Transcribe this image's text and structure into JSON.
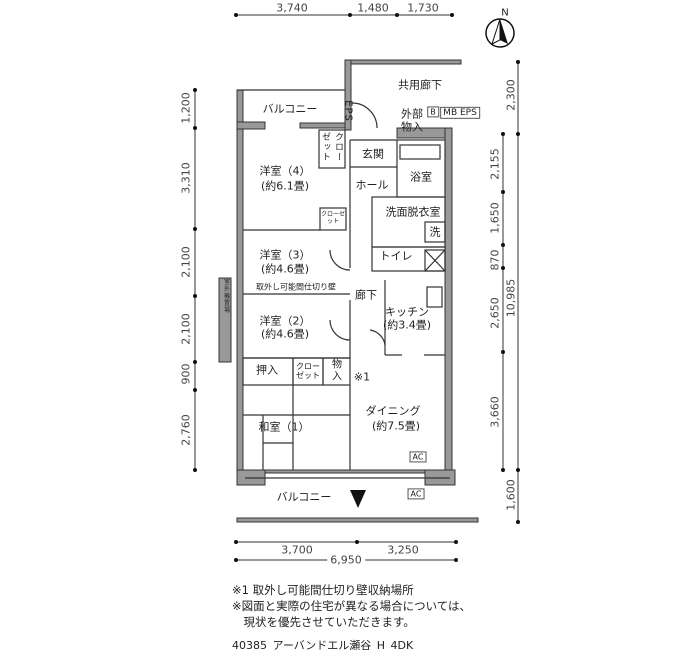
{
  "compass": {
    "label": "N"
  },
  "dimensions": {
    "top": [
      "3,740",
      "1,480",
      "1,730"
    ],
    "left": [
      "1,200",
      "3,310",
      "2,100",
      "2,100",
      "900",
      "2,760"
    ],
    "right_inner": [
      "2,155",
      "1,650",
      "870",
      "2,650",
      "3,660"
    ],
    "right_outer": [
      "2,300",
      "10,985",
      "1,600"
    ],
    "bottom": [
      "3,700",
      "3,250"
    ],
    "bottom_total": "6,950"
  },
  "rooms": {
    "balcony_top": "バルコニー",
    "eps": "EPS",
    "common_corridor": "共用廊下",
    "outside_storage": "外部物入",
    "b_box": "B",
    "mb_eps": "MB EPS",
    "closet_4": "クローゼット",
    "entrance": "玄関",
    "bath": "浴室",
    "hall": "ホール",
    "western4_name": "洋室（4）",
    "western4_size": "(約6.1畳)",
    "washroom": "洗面脱衣室",
    "washer": "洗",
    "closet_3": "クローゼット",
    "western3_name": "洋室（3）",
    "western3_size": "(約4.6畳)",
    "toilet": "トイレ",
    "partition": "取外し可能間仕切り壁",
    "corridor": "廊下",
    "outdoor_unit": "室外機置場",
    "kitchen_name": "キッチン",
    "kitchen_size": "(約3.4畳)",
    "western2_name": "洋室（2）",
    "western2_size": "(約4.6畳)",
    "oshiire": "押入",
    "closet_2": "クローゼット",
    "storage": "物入",
    "note_mark": "※1",
    "dining_name": "ダイニング",
    "dining_size": "(約7.5畳)",
    "japanese_name": "和室（1）",
    "ac1": "AC",
    "ac2": "AC",
    "balcony_bottom": "バルコニー"
  },
  "notes": [
    "※1 取外し可能間仕切り壁収納場所",
    "※図面と実際の住宅が異なる場合については、",
    "　現状を優先させていただきます。",
    "40385_アーバンドエル瀬谷_H_4DK"
  ]
}
